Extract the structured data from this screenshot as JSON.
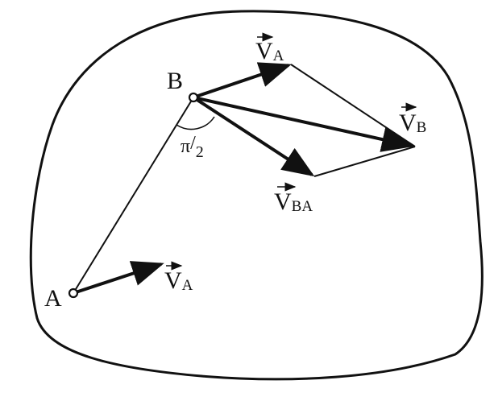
{
  "diagram": {
    "point_a_label": "A",
    "point_b_label": "B",
    "angle_label": {
      "pi": "π",
      "slash": "/",
      "denominator": "2"
    },
    "vector_labels": {
      "va_at_b": {
        "letter": "V",
        "subscript": "A"
      },
      "vb": {
        "letter": "V",
        "subscript": "B"
      },
      "vba": {
        "letter": "V",
        "subscript": "BA"
      },
      "va_at_a": {
        "letter": "V",
        "subscript": "A"
      }
    },
    "colors": {
      "ink": "#111111",
      "background": "#ffffff"
    }
  }
}
